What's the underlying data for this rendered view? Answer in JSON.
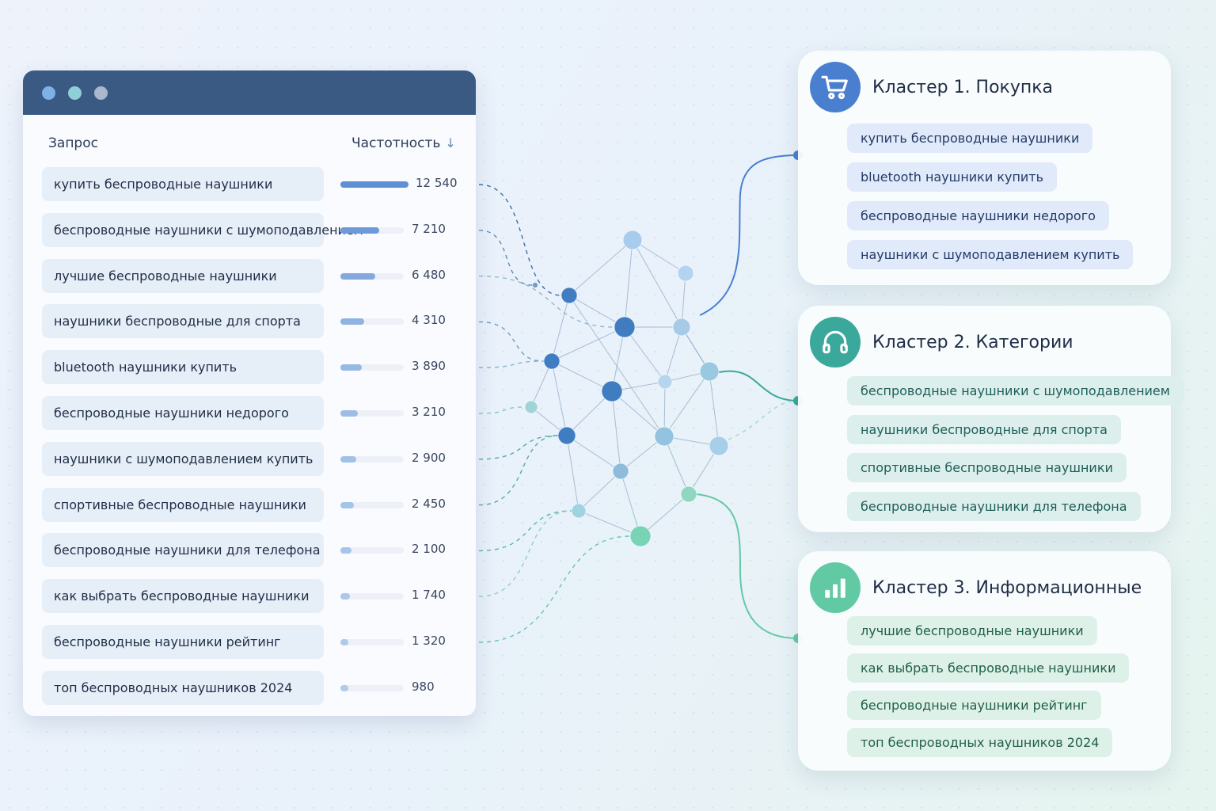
{
  "colors": {
    "window_bar": "#3a5a84",
    "dot_1": "#7fb0e6",
    "dot_2": "#8fd0d6",
    "dot_3": "#a9b8cc",
    "cluster_1": "#4a7fd0",
    "cluster_2": "#3aa89a",
    "cluster_3": "#62c9a5"
  },
  "table": {
    "header_query": "Запрос",
    "header_frequency": "Частотность",
    "sort_icon": "arrow-down-icon",
    "rows": [
      {
        "query": "купить беспроводные наушники",
        "frequency": "12 540",
        "value": 12540
      },
      {
        "query": "беспроводные наушники с шумоподавлением",
        "frequency": "7 210",
        "value": 7210
      },
      {
        "query": "лучшие беспроводные наушники",
        "frequency": "6 480",
        "value": 6480
      },
      {
        "query": "наушники беспроводные для спорта",
        "frequency": "4 310",
        "value": 4310
      },
      {
        "query": "bluetooth наушники купить",
        "frequency": "3 890",
        "value": 3890
      },
      {
        "query": "беспроводные наушники недорого",
        "frequency": "3 210",
        "value": 3210
      },
      {
        "query": "наушники с шумоподавлением купить",
        "frequency": "2 900",
        "value": 2900
      },
      {
        "query": "спортивные беспроводные наушники",
        "frequency": "2 450",
        "value": 2450
      },
      {
        "query": "беспроводные наушники для телефона",
        "frequency": "2 100",
        "value": 2100
      },
      {
        "query": "как выбрать беспроводные наушники",
        "frequency": "1 740",
        "value": 1740
      },
      {
        "query": "беспроводные наушники рейтинг",
        "frequency": "1 320",
        "value": 1320
      },
      {
        "query": "топ беспроводных наушников 2024",
        "frequency": "980",
        "value": 980
      }
    ]
  },
  "clusters": [
    {
      "title": "Кластер 1. Покупка",
      "icon": "shopping-cart-icon",
      "color": "#4a7fd0",
      "chip_bg": "#e1eafa",
      "chip_text": "#233a66",
      "items": [
        "купить беспроводные наушники",
        "bluetooth наушники купить",
        "беспроводные наушники недорого",
        "наушники с шумоподавлением купить"
      ]
    },
    {
      "title": "Кластер 2. Категории",
      "icon": "headphones-icon",
      "color": "#3aa89a",
      "chip_bg": "#dcefec",
      "chip_text": "#1e5e57",
      "items": [
        "беспроводные наушники с шумоподавлением",
        "наушники беспроводные для спорта",
        "спортивные беспроводные наушники",
        "беспроводные наушники для телефона"
      ]
    },
    {
      "title": "Кластер 3. Информационные",
      "icon": "bar-chart-icon",
      "color": "#62c9a5",
      "chip_bg": "#def1e8",
      "chip_text": "#1f5f4a",
      "items": [
        "лучшие беспроводные наушники",
        "как выбрать беспроводные наушники",
        "беспроводные наушники рейтинг",
        "топ беспроводных наушников 2024"
      ]
    }
  ]
}
